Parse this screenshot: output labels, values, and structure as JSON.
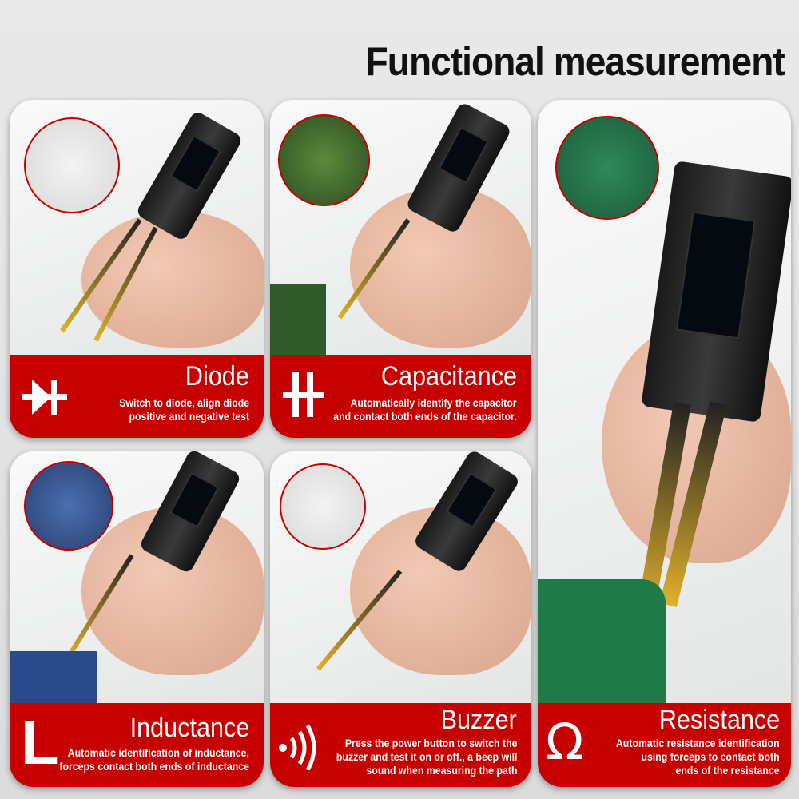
{
  "title": "Functional measurement",
  "cards": [
    {
      "heading": "Diode",
      "desc": [
        "Switch to diode, align diode",
        "positive and negative test"
      ],
      "icon": "diode-icon"
    },
    {
      "heading": "Capacitance",
      "desc": [
        "Automatically identify the capacitor",
        "and contact both ends of the capacitor."
      ],
      "icon": "capacitor-icon"
    },
    {
      "heading": "Resistance",
      "desc": [
        "Automatic resistance identification",
        "using forceps to contact both",
        "ends of the resistance"
      ],
      "icon": "omega-icon"
    },
    {
      "heading": "Inductance",
      "desc": [
        "Automatic identification of inductance,",
        "forceps contact both ends of inductance"
      ],
      "icon": "inductor-L-icon"
    },
    {
      "heading": "Buzzer",
      "desc": [
        "Press the power button to switch the",
        "buzzer  and test it on or off., a beep will",
        "sound when measuring the path"
      ],
      "icon": "sound-waves-icon"
    }
  ],
  "colors": {
    "band": "#c60000",
    "background": "#e4e4e4"
  }
}
